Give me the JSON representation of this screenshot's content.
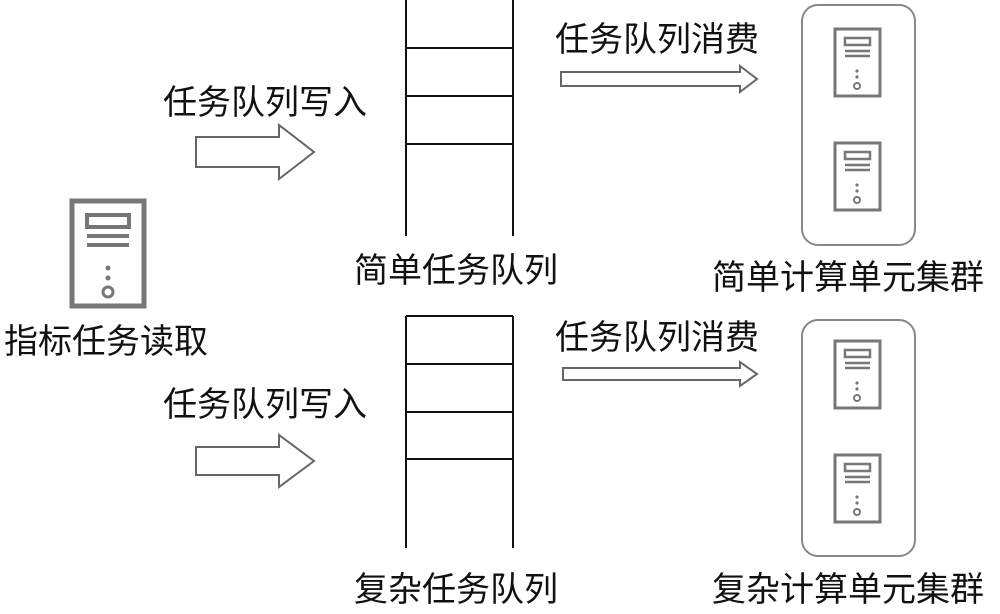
{
  "labels": {
    "reader": "指标任务读取",
    "write_top": "任务队列写入",
    "write_bottom": "任务队列写入",
    "consume_top": "任务队列消费",
    "consume_bottom": "任务队列消费",
    "simple_queue": "简单任务队列",
    "complex_queue": "复杂任务队列",
    "simple_cluster": "简单计算单元集群",
    "complex_cluster": "复杂计算单元集群"
  },
  "icons": {
    "reader": "server-icon",
    "cluster_unit": "server-icon"
  },
  "colors": {
    "ink": "#111111",
    "server_gray": "#777777",
    "cluster_border": "#888888",
    "arrow_stroke": "#666666"
  }
}
